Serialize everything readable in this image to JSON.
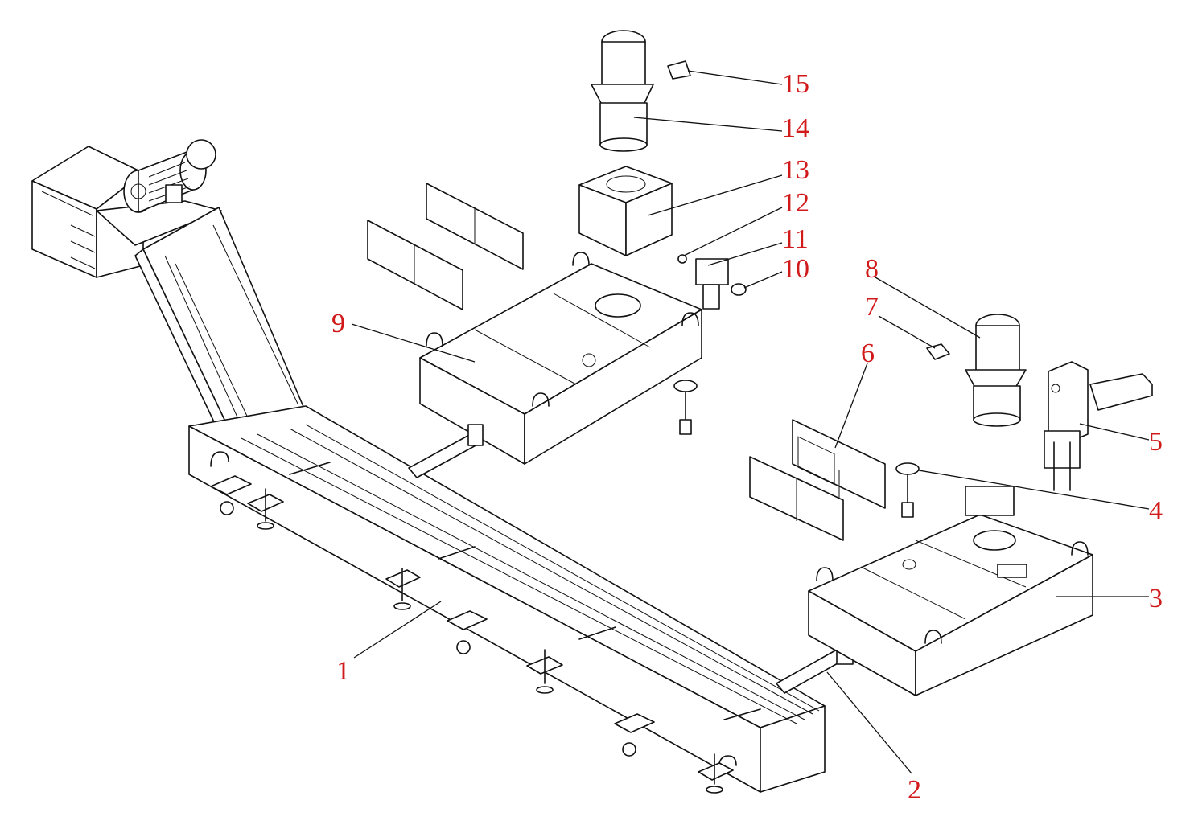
{
  "diagram": {
    "callouts": [
      {
        "id": "1",
        "label": "1"
      },
      {
        "id": "2",
        "label": "2"
      },
      {
        "id": "3",
        "label": "3"
      },
      {
        "id": "4",
        "label": "4"
      },
      {
        "id": "5",
        "label": "5"
      },
      {
        "id": "6",
        "label": "6"
      },
      {
        "id": "7",
        "label": "7"
      },
      {
        "id": "8",
        "label": "8"
      },
      {
        "id": "9",
        "label": "9"
      },
      {
        "id": "10",
        "label": "10"
      },
      {
        "id": "11",
        "label": "11"
      },
      {
        "id": "12",
        "label": "12"
      },
      {
        "id": "13",
        "label": "13"
      },
      {
        "id": "14",
        "label": "14"
      },
      {
        "id": "15",
        "label": "15"
      }
    ],
    "label_color": "#d11a1a",
    "line_color": "#111111"
  }
}
